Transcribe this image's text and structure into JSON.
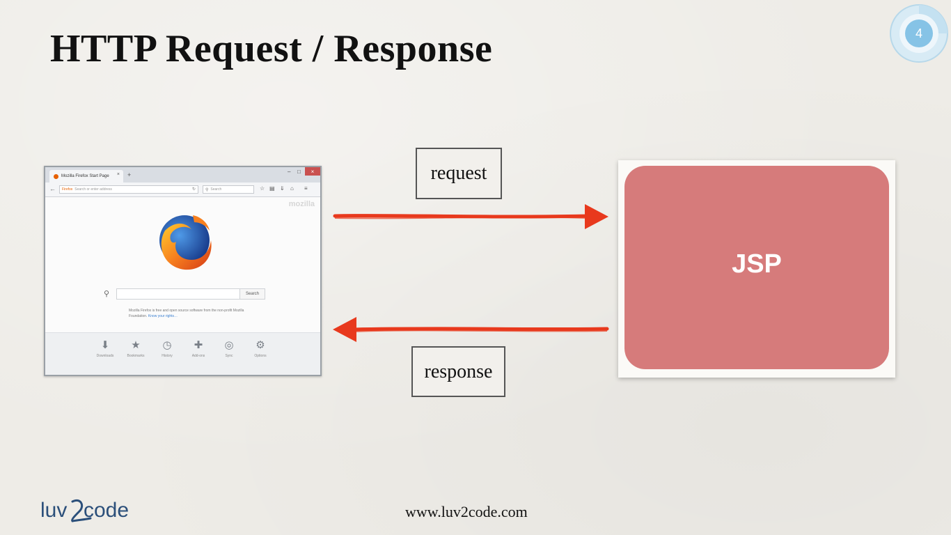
{
  "slide": {
    "title": "HTTP Request / Response",
    "page_number": "4",
    "footer_url": "www.luv2code.com",
    "logo_text": "luv2code"
  },
  "diagram": {
    "request_label": "request",
    "response_label": "response",
    "server_label": "JSP",
    "arrow_color": "#e8391d",
    "server_color": "#d67b7b"
  },
  "browser": {
    "tab_title": "Mozilla Firefox Start Page",
    "url_identity": "Firefox",
    "url_placeholder": "Search or enter address",
    "search_placeholder": "Search",
    "wordmark": "mozilla",
    "home_search_button": "Search",
    "about_text": "Mozilla Firefox is free and open source software from the non-profit Mozilla Foundation.",
    "about_link": "Know your rights…",
    "launcher": [
      "Downloads",
      "Bookmarks",
      "History",
      "Add-ons",
      "Sync",
      "Options"
    ]
  },
  "icons": {
    "browser_tab_favicon": "firefox-icon",
    "nav_back": "back-arrow-icon",
    "reload": "reload-icon",
    "search": "search-icon",
    "launcher_icons": [
      "download-icon",
      "star-icon",
      "clock-icon",
      "puzzle-icon",
      "sync-icon",
      "gear-icon"
    ]
  }
}
